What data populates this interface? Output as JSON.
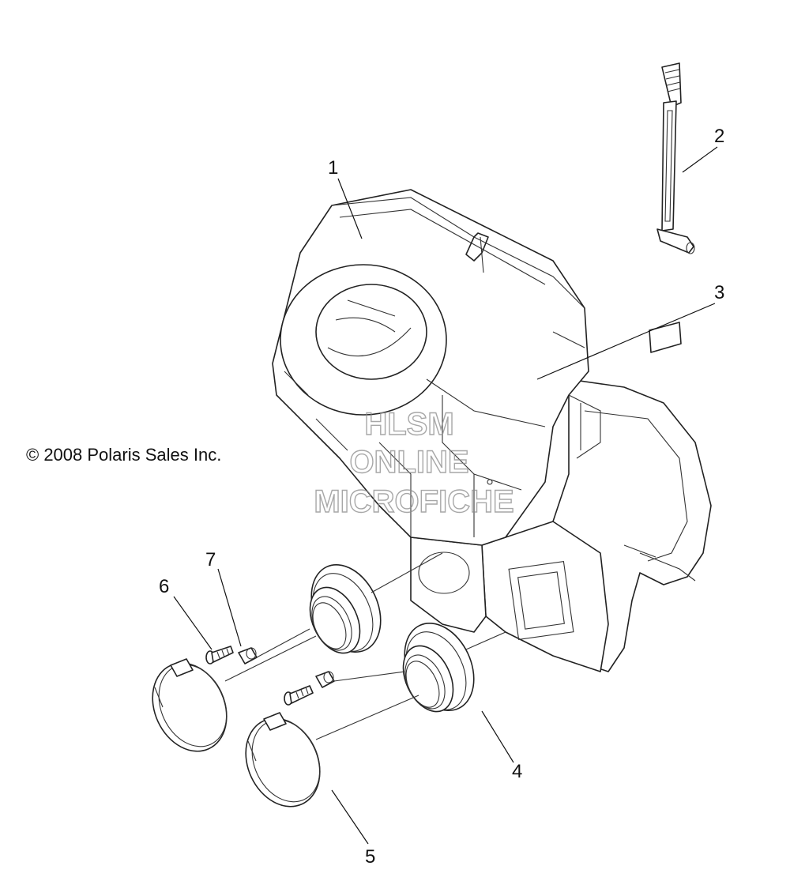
{
  "copyright": "© 2008 Polaris Sales Inc.",
  "watermark": {
    "line1": "HLSM",
    "line2": "ONLINE",
    "line3": "MICROFICHE"
  },
  "callouts": {
    "c1": "1",
    "c2": "2",
    "c3": "3",
    "c4": "4",
    "c5": "5",
    "c6": "6",
    "c7": "7"
  },
  "colors": {
    "line": "#222222",
    "watermark": "#8a8a8a",
    "background": "#ffffff"
  }
}
